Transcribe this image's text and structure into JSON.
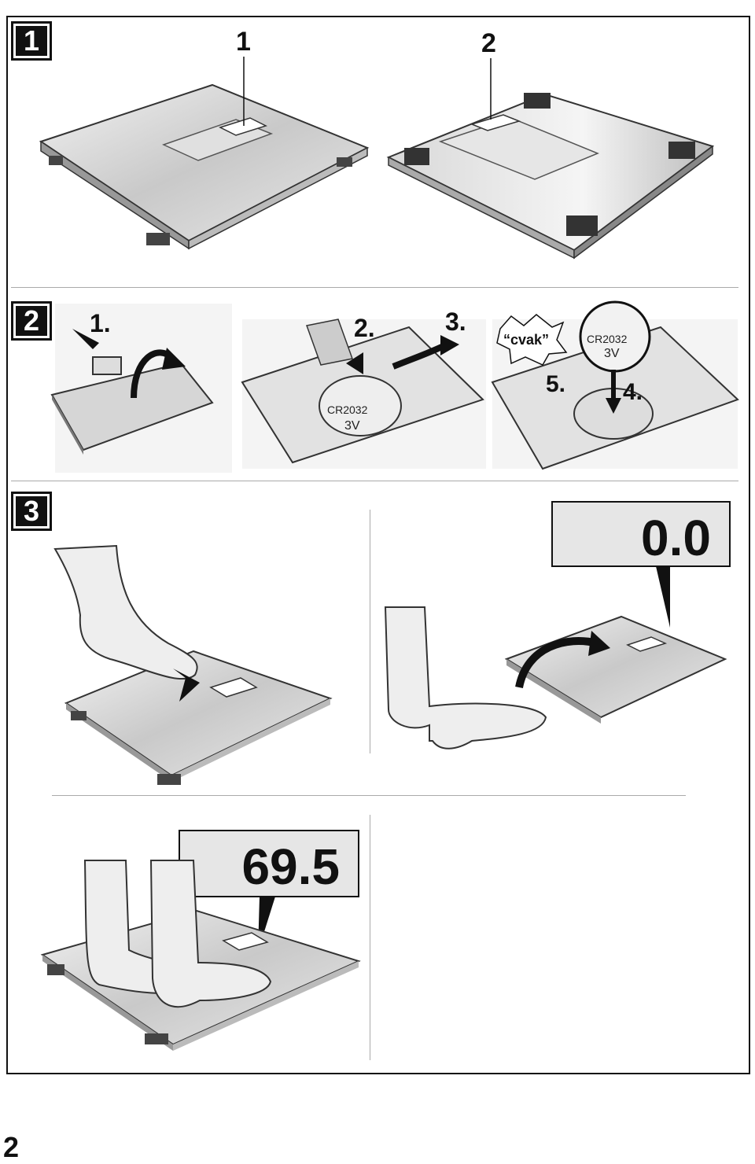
{
  "sections": {
    "s1": "1",
    "s2": "2",
    "s3": "3"
  },
  "figure1": {
    "callout_top": "1",
    "callout_bottom": "2"
  },
  "figure2": {
    "step1": "1.",
    "step2": "2.",
    "step3": "3.",
    "step4": "4.",
    "step5": "5.",
    "sound": "“cvak”",
    "battery_model": "CR2032",
    "battery_voltage": "3V"
  },
  "figure3": {
    "display_zero": "0.0",
    "display_weight": "69.5"
  },
  "page_number": "2"
}
